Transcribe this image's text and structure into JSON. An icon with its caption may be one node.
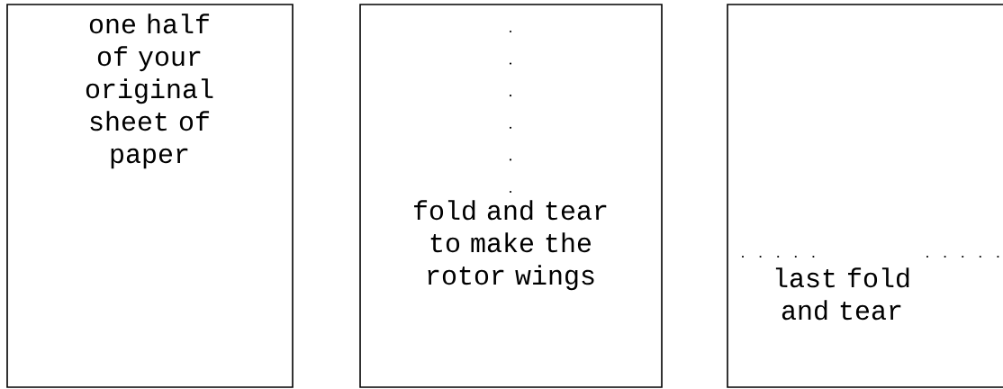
{
  "diagram": {
    "nodes": [
      {
        "text": [
          "one half of your original sheet of paper"
        ]
      },
      {
        "text": [
          "fold and tear to make the rotor wings"
        ]
      },
      {
        "text": [
          "last fold and tear"
        ]
      }
    ]
  }
}
